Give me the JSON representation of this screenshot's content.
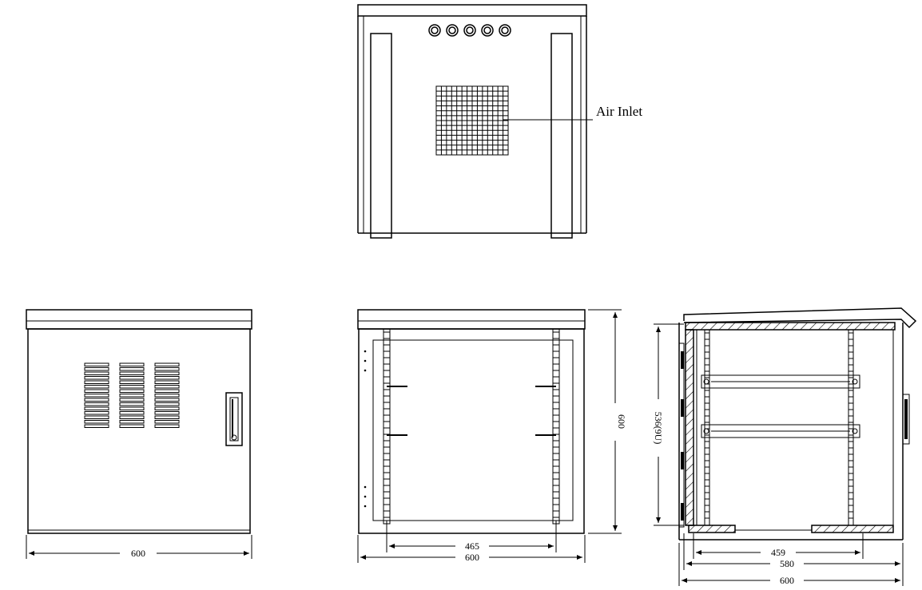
{
  "labels": {
    "air_inlet": "Air Inlet"
  },
  "dimensions": {
    "side_width": "600",
    "front_height": "600",
    "front_inner_width": "465",
    "front_width": "600",
    "section_height": "536(9U)",
    "section_inner_depth": "459",
    "section_depth_580": "580",
    "section_depth_600": "600"
  },
  "colors": {
    "line": "#000000",
    "background": "#ffffff"
  }
}
